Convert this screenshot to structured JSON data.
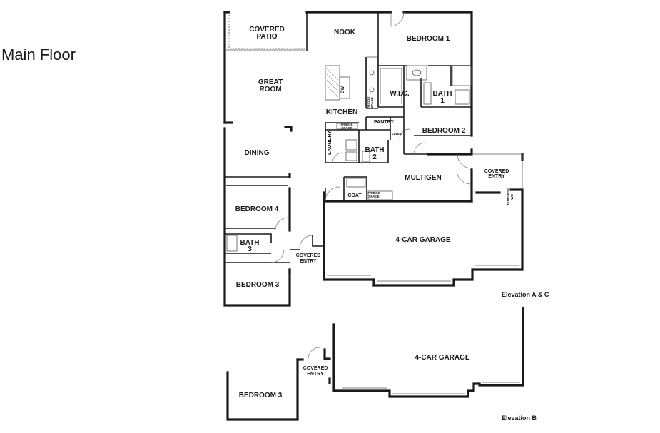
{
  "page": {
    "title": "Main Floor"
  },
  "elevations": {
    "primary": {
      "label": "Elevation A & C"
    },
    "alternate": {
      "label": "Elevation B"
    }
  },
  "rooms": {
    "covered_patio_l1": "COVERED",
    "covered_patio_l2": "PATIO",
    "nook": "NOOK",
    "bedroom_1": "BEDROOM 1",
    "great_room_l1": "GREAT",
    "great_room_l2": "ROOM",
    "wic": "W.I.C.",
    "bath_1_l1": "BATH",
    "bath_1_l2": "1",
    "kitchen": "KITCHEN",
    "pantry": "PANTRY",
    "fridge_space_l1": "FRIDGE",
    "fridge_space_l2": "SPACE",
    "linen": "LINEN",
    "bedroom_2": "BEDROOM 2",
    "dining": "DINING",
    "laundry": "LAUNDRY",
    "bath_2_l1": "BATH",
    "bath_2_l2": "2",
    "covered_entry_r_l1": "COVERED",
    "covered_entry_r_l2": "ENTRY",
    "multigen": "MULTIGEN",
    "coat": "COAT",
    "fridge_space_mg_l1": "FRIDGE",
    "fridge_space_mg_l2": "SPACE",
    "tankless_l1": "TANKLESS",
    "tankless_l2": "WH",
    "bedroom_4": "BEDROOM 4",
    "garage_a": "4-CAR GARAGE",
    "bath_3_l1": "BATH",
    "bath_3_l2": "3",
    "covered_entry_a_l1": "COVERED",
    "covered_entry_a_l2": "ENTRY",
    "bedroom_3_a": "BEDROOM 3",
    "garage_b": "4-CAR GARAGE",
    "covered_entry_b_l1": "COVERED",
    "covered_entry_b_l2": "ENTRY",
    "bedroom_3_b": "BEDROOM 3"
  },
  "fixtures": {
    "dishwasher": "DW",
    "fridge_mini_l1": "FRIDGE",
    "fridge_mini_l2": "SPACE"
  }
}
